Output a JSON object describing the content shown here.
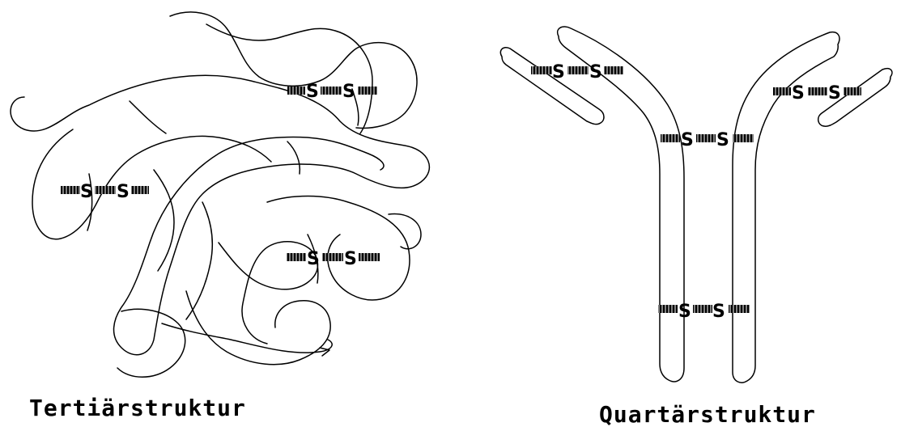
{
  "captions": {
    "tertiary": "Tertiärstruktur",
    "quaternary": "Quartärstruktur"
  },
  "bond_letter": "S",
  "colors": {
    "ink": "#000000",
    "paper": "#ffffff"
  }
}
